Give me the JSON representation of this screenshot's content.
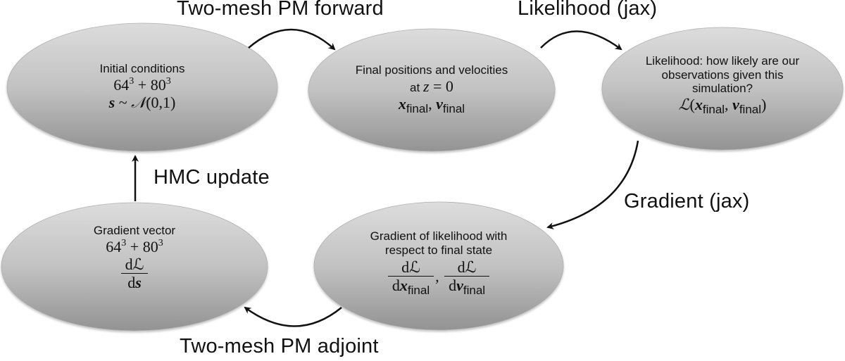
{
  "nodes": {
    "initial": {
      "title": "Initial conditions",
      "size_expr": {
        "a": "64",
        "a_exp": "3",
        "op": "+",
        "b": "80",
        "b_exp": "3"
      },
      "dist": {
        "var": "s",
        "op": "~",
        "name": "𝒩",
        "args": "(0,1)"
      }
    },
    "final": {
      "title": "Final positions and velocities",
      "line2_prefix": "at ",
      "line2_var": "z",
      "line2_rest": " = 0",
      "x": "x",
      "v": "v",
      "sub": "final",
      "comma": ","
    },
    "likelihood": {
      "line1": "Likelihood: how likely are our",
      "line2": "observations given this",
      "line3": "simulation?",
      "L": "ℒ",
      "open": "(",
      "close": ")",
      "x": "x",
      "v": "v",
      "sub": "final",
      "comma": ","
    },
    "grad_final": {
      "line1": "Gradient of likelihood with",
      "line2": "respect to final state",
      "num": "dℒ",
      "den_d": "d",
      "x": "x",
      "v": "v",
      "sub": "final",
      "comma": ","
    },
    "grad_vector": {
      "title": "Gradient vector",
      "size_expr": {
        "a": "64",
        "a_exp": "3",
        "op": "+",
        "b": "80",
        "b_exp": "3"
      },
      "num": "dℒ",
      "den": "ds",
      "den_d": "d",
      "den_var": "s"
    }
  },
  "edges": {
    "forward": "Two-mesh PM forward",
    "likelihood": "Likelihood (jax)",
    "gradient": "Gradient (jax)",
    "adjoint": "Two-mesh PM adjoint",
    "hmc": "HMC update"
  },
  "colors": {
    "ellipse_top": "#dadada",
    "ellipse_bottom": "#969696",
    "arrow": "#111111"
  }
}
